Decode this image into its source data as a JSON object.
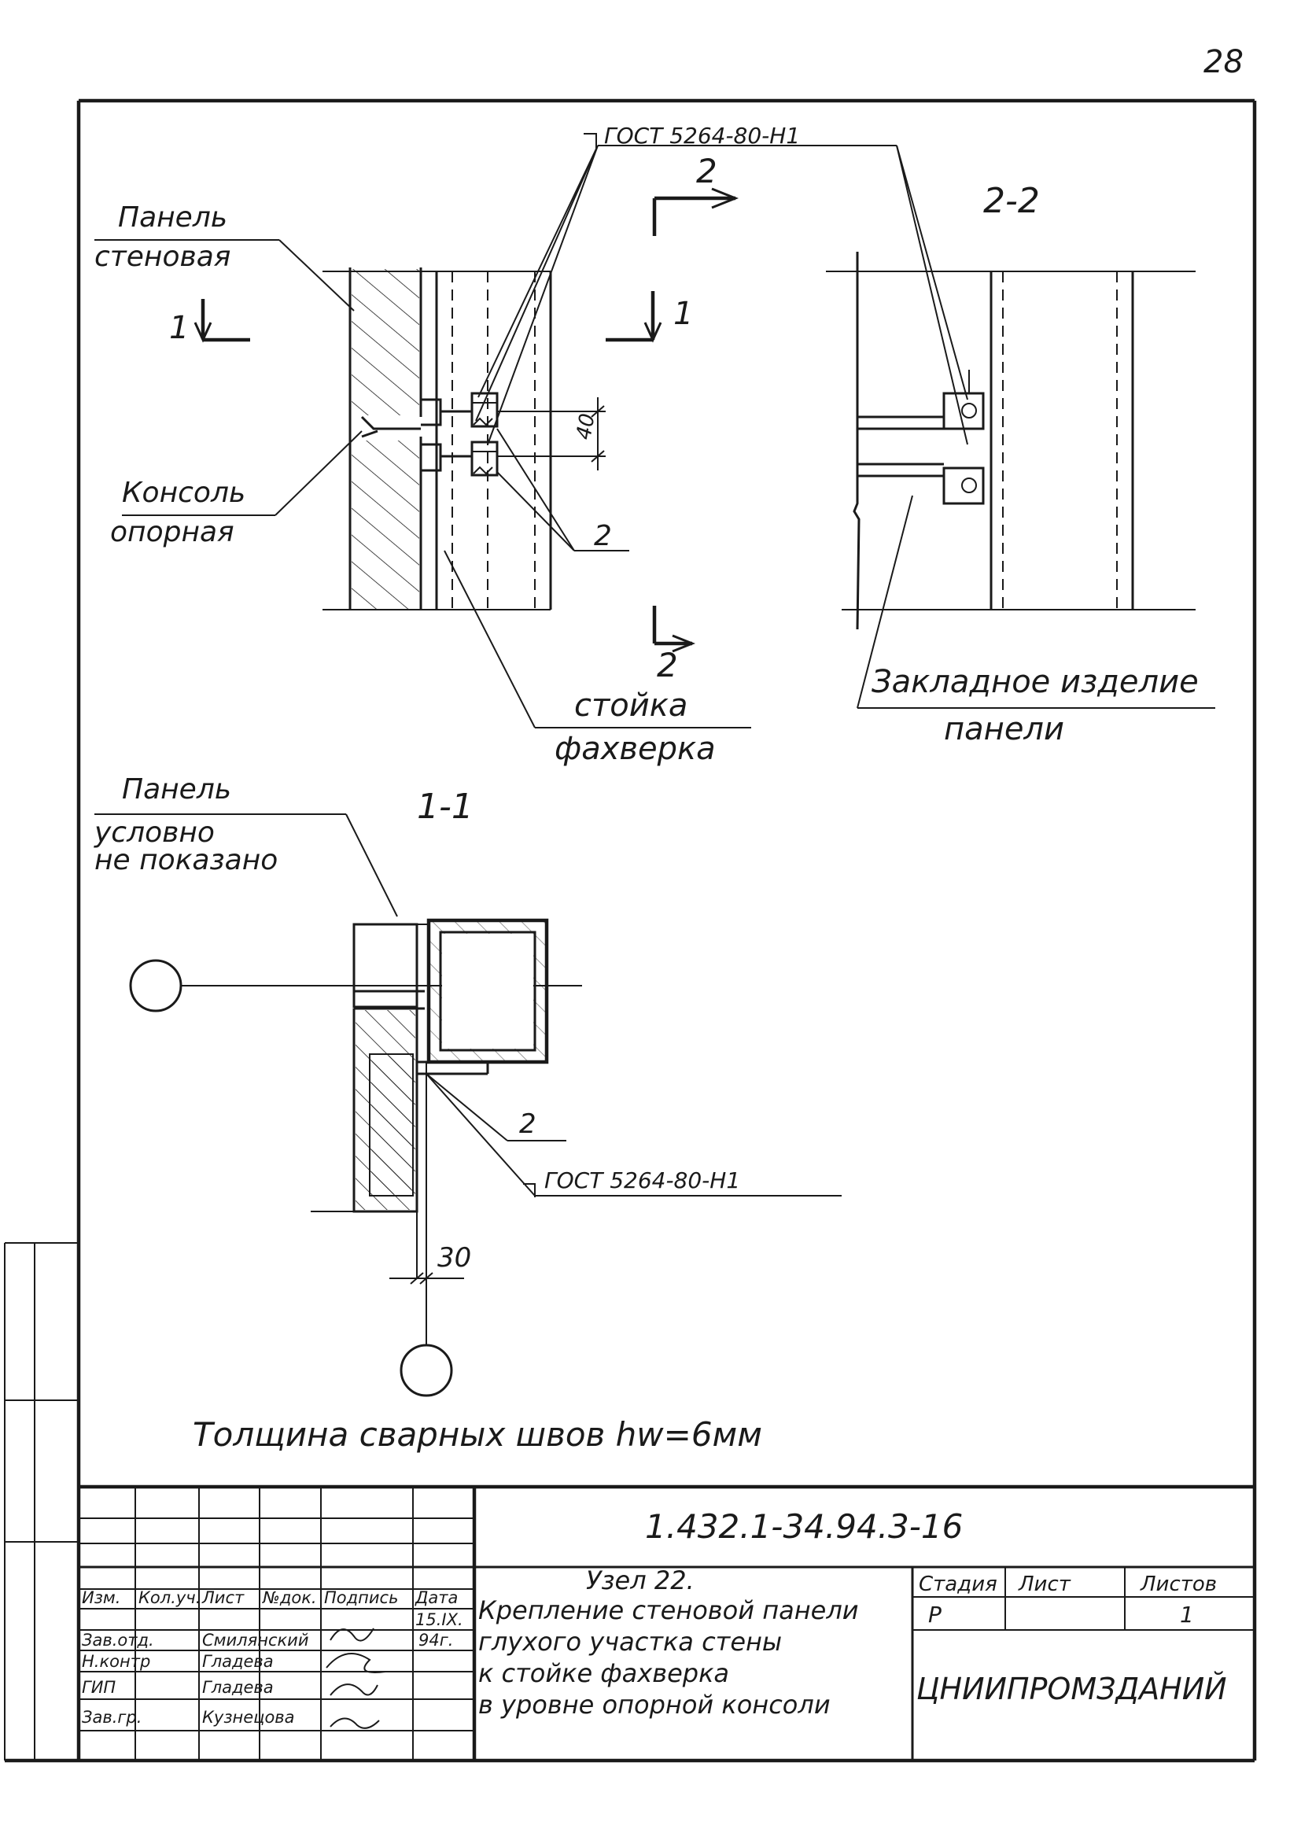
{
  "page_number": "28",
  "gost_weld_top": "ГОСТ 5264-80-Н1",
  "gost_weld_section": "ГОСТ 5264-80-Н1",
  "section_marker_2": "2",
  "section_marker_1": "1",
  "section_title_2_2": "2-2",
  "section_title_1_1": "1-1",
  "labels": {
    "wall_panel_line1": "Панель",
    "wall_panel_line2": "стеновая",
    "support_console_line1": "Консоль",
    "support_console_line2": "опорная",
    "frame_post_line1": "стойка",
    "frame_post_line2": "фахверка",
    "embedded_line1": "Закладное изделие",
    "embedded_line2": "панели",
    "panel_hidden_line1": "Панель",
    "panel_hidden_line2": "условно",
    "panel_hidden_line3": "не показано",
    "weld_leader_top": "2",
    "weld_leader_section": "2"
  },
  "dimensions": {
    "gap_40": "40",
    "gap_30": "30"
  },
  "weld_note": "Толщина сварных швов hw=6мм",
  "title_block": {
    "designation": "1.432.1-34.94.3-16",
    "header": [
      "Изм.",
      "Кол.уч.",
      "Лист",
      "№док.",
      "Подпись",
      "Дата"
    ],
    "date": "15.IX.",
    "year": "94г.",
    "roles": [
      "Зав.отд.",
      "Н.контр",
      "ГИП",
      "Зав.гр."
    ],
    "names": [
      "Смилянский",
      "Гладева",
      "Гладева",
      "Кузнецова"
    ],
    "title_lines": [
      "Узел 22.",
      "Крепление стеновой панели",
      "глухого участка стены",
      "к стойке фахверка",
      "в уровне опорной консоли"
    ],
    "stage_label": "Стадия",
    "sheet_label": "Лист",
    "sheets_label": "Листов",
    "stage_value": "Р",
    "sheets_value": "1",
    "organization": "ЦНИИПРОМЗДАНИЙ"
  }
}
